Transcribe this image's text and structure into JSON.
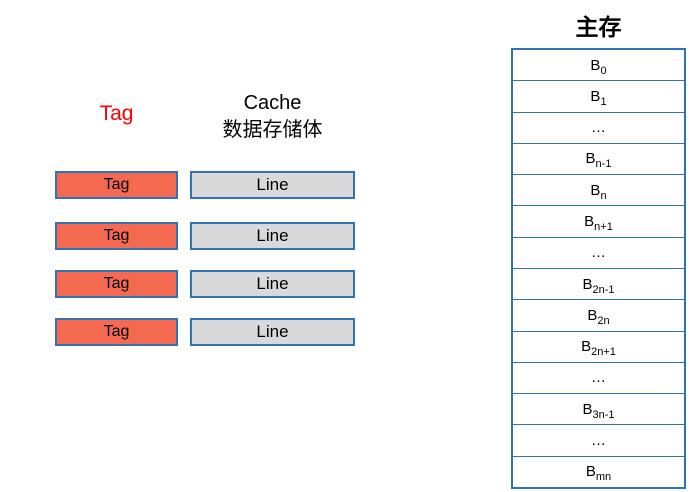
{
  "colors": {
    "border_blue": "#2E74B5",
    "tag_fill": "#F4694F",
    "line_fill": "#D9D9D9",
    "tag_header_red": "#FF0000"
  },
  "cache": {
    "tag_column_label": "Tag",
    "line_column_label_1": "Cache",
    "line_column_label_2": "数据存储体",
    "rows": [
      {
        "tag": "Tag",
        "line": "Line"
      },
      {
        "tag": "Tag",
        "line": "Line"
      },
      {
        "tag": "Tag",
        "line": "Line"
      },
      {
        "tag": "Tag",
        "line": "Line"
      }
    ]
  },
  "memory": {
    "title": "主存",
    "rows": [
      {
        "base": "B",
        "sub": "0"
      },
      {
        "base": "B",
        "sub": "1"
      },
      {
        "base": "…",
        "sub": ""
      },
      {
        "base": "B",
        "sub": "n-1"
      },
      {
        "base": "B",
        "sub": "n"
      },
      {
        "base": "B",
        "sub": "n+1"
      },
      {
        "base": "…",
        "sub": ""
      },
      {
        "base": "B",
        "sub": "2n-1"
      },
      {
        "base": "B",
        "sub": "2n"
      },
      {
        "base": "B",
        "sub": "2n+1"
      },
      {
        "base": "…",
        "sub": ""
      },
      {
        "base": "B",
        "sub": "3n-1"
      },
      {
        "base": "…",
        "sub": ""
      },
      {
        "base": "B",
        "sub": "mn"
      }
    ]
  }
}
